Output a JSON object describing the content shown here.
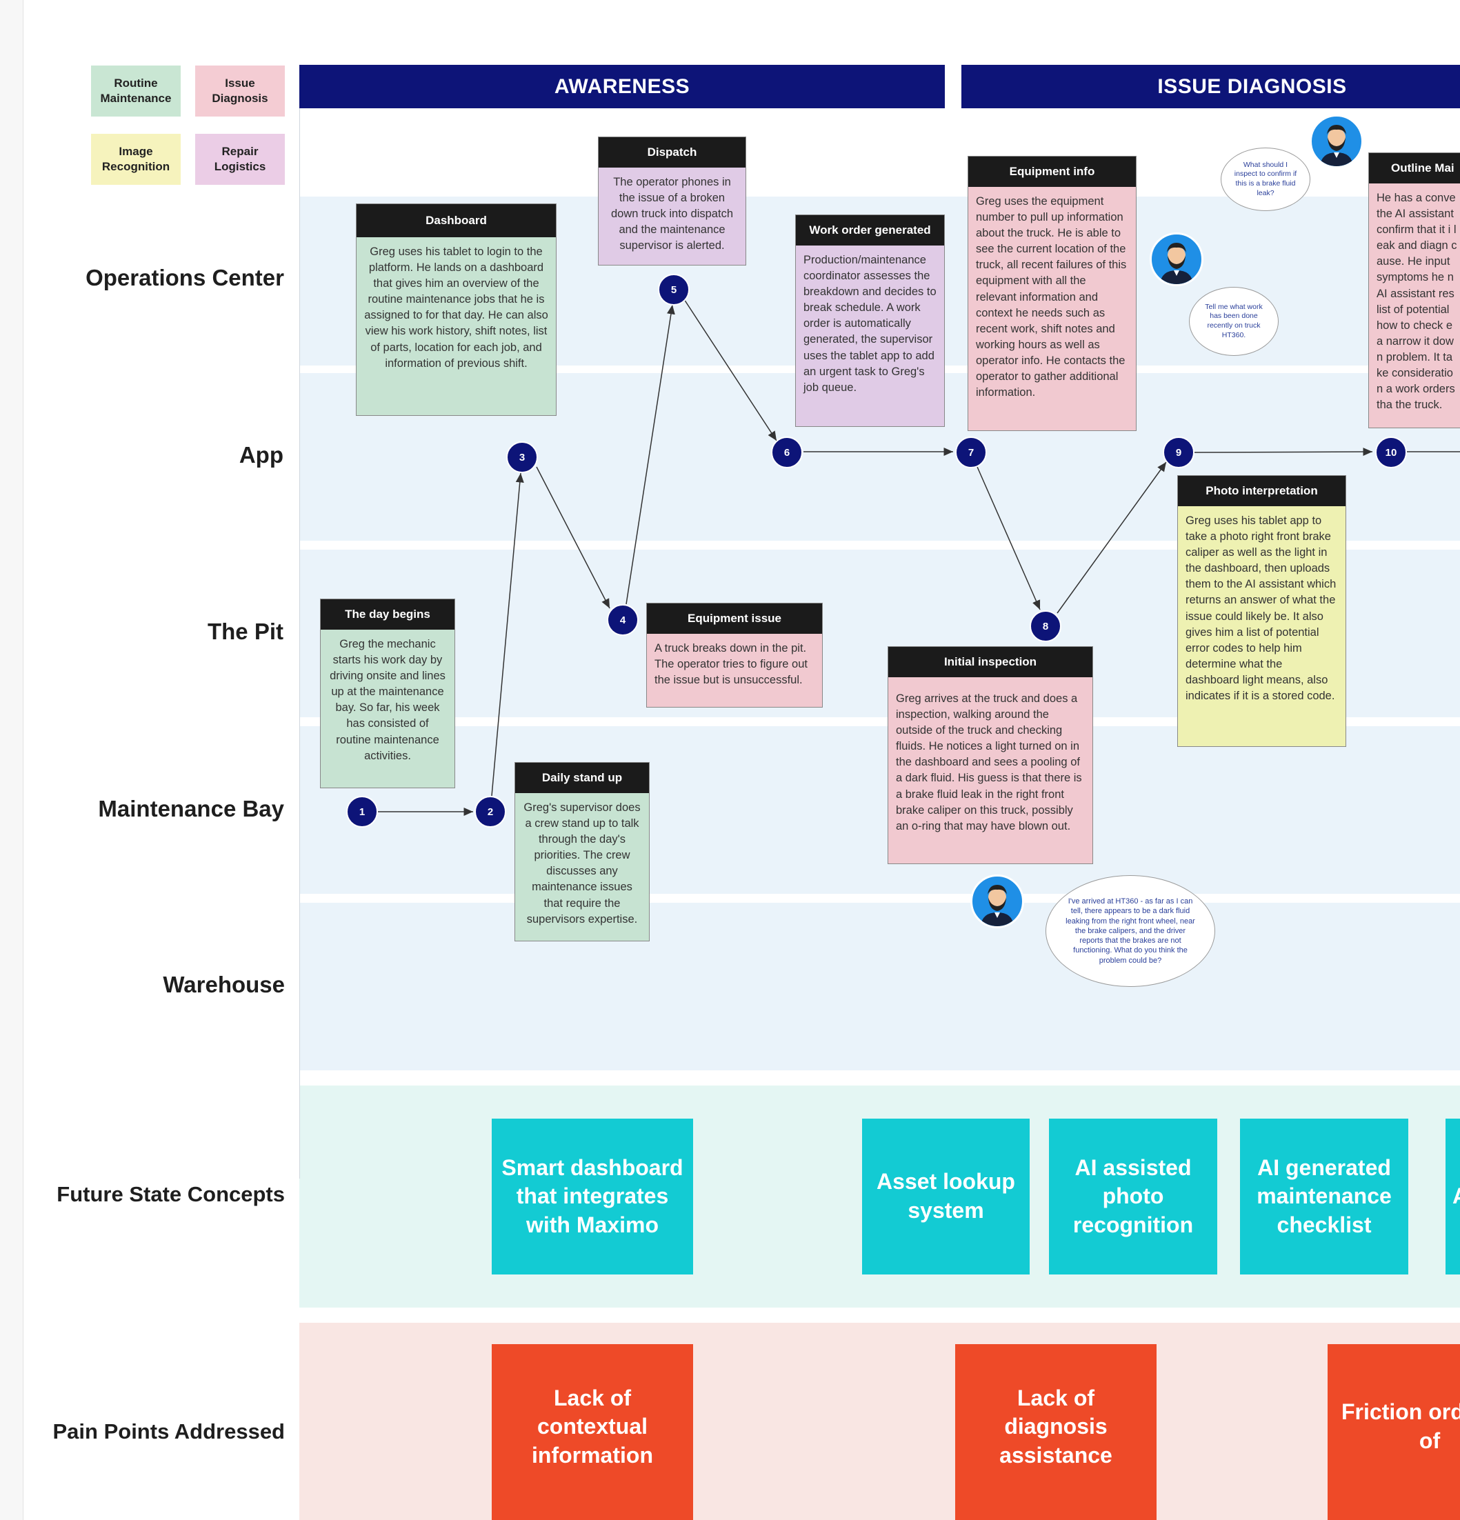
{
  "legend": [
    {
      "label": "Routine\nMaintenance",
      "color": "#c9e6d3"
    },
    {
      "label": "Issue\nDiagnosis",
      "color": "#f4ccd3"
    },
    {
      "label": "Image\nRecognition",
      "color": "#f6f3bd"
    },
    {
      "label": "Repair\nLogistics",
      "color": "#ebcde6"
    }
  ],
  "phases": [
    "AWARENESS",
    "ISSUE DIAGNOSIS"
  ],
  "lanes": [
    "Operations Center",
    "App",
    "The Pit",
    "Maintenance Bay",
    "Warehouse",
    "Future State Concepts",
    "Pain Points Addressed"
  ],
  "steps": [
    {
      "n": "1",
      "title": "The day begins",
      "text": "Greg the mechanic starts his work day by driving onsite and lines up at the maintenance bay. So far, his week has consisted of routine maintenance activities."
    },
    {
      "n": "2",
      "title": "Daily stand up",
      "text": "Greg's supervisor does a crew stand up to talk through the day's priorities. The crew discusses any maintenance issues that require the supervisors expertise."
    },
    {
      "n": "3",
      "title": "Dashboard",
      "text": "Greg uses his tablet to login to the platform. He lands on a dashboard that gives him an overview of the routine maintenance jobs that he is assigned to for that day. He can also view his work history, shift notes, list of parts, location for each job, and information of previous shift."
    },
    {
      "n": "4",
      "title": "Equipment issue",
      "text": "A truck breaks down in the pit. The operator tries to figure out the issue but is unsuccessful."
    },
    {
      "n": "5",
      "title": "Dispatch",
      "text": "The operator phones in the issue of a broken down truck into dispatch and the maintenance supervisor is alerted."
    },
    {
      "n": "6",
      "title": "Work order generated",
      "text": "Production/maintenance coordinator assesses the breakdown and decides to break schedule. A work order is automatically generated, the supervisor uses the tablet app to add an urgent task to Greg's job queue."
    },
    {
      "n": "7",
      "title": "Equipment info",
      "text": "Greg uses the equipment number to pull up information about the truck. He is able to see the current location of the truck, all recent failures of this equipment with all the relevant information and context he needs such as recent work, shift notes and working hours as well as operator info. He contacts the operator to gather additional information."
    },
    {
      "n": "8",
      "title": "Initial inspection",
      "text": "Greg arrives at the truck and does a inspection, walking around the outside of the truck and checking fluids. He notices a light turned on in the dashboard and sees a pooling of a dark fluid. His guess is that there is a brake fluid leak in the right front brake caliper on this truck, possibly an o-ring that may have blown out."
    },
    {
      "n": "9",
      "title": "Photo interpretation",
      "text": "Greg uses his tablet app to take a photo right front brake caliper as well as the light in the dashboard, then uploads them to the AI assistant which returns an answer of what the issue could likely be. It also gives him a list of potential error codes to help him determine what the dashboard light means, also indicates if it is a stored code."
    },
    {
      "n": "10",
      "title": "Outline Mai",
      "text": "He has a conve the AI assistant confirm that it i leak and diagn cause. He input symptoms he n AI assistant res list of potential how to check ea narrow it down problem. It take consideration a work orders tha the truck."
    }
  ],
  "bubbles": [
    "What should I inspect to confirm if this is a brake fluid leak?",
    "Tell me what work has been done recently on truck HT360.",
    "I've arrived at HT360 - as far as I can tell, there appears to be a dark fluid leaking from the right front wheel, near the brake calipers, and the driver reports that the brakes are not functioning. What do you think the problem could be?"
  ],
  "concepts": [
    "Smart dashboard that integrates with Maximo",
    "Asset lookup system",
    "AI assisted photo recognition",
    "AI generated maintenance checklist",
    "A"
  ],
  "pain_points": [
    "Lack of contextual information",
    "Lack of diagnosis assistance",
    "Friction ordering of"
  ]
}
